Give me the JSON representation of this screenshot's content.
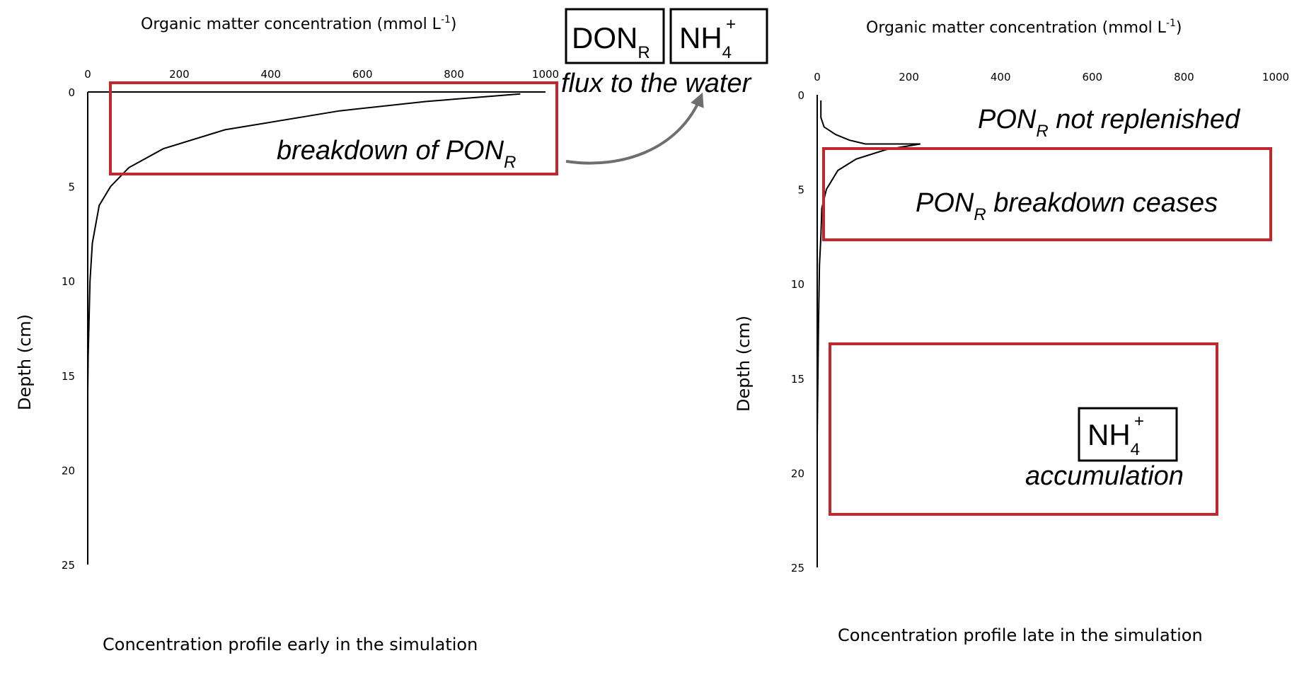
{
  "colors": {
    "highlight": "#c1272d",
    "arrow": "#6e6e6e",
    "curve": "#000000"
  },
  "chart_data": [
    {
      "type": "line",
      "caption": "Concentration profile early in the simulation",
      "xlabel": "Organic matter concentration (mmol L",
      "xlabel_sup": "-1",
      "xlabel_end": ")",
      "ylabel": "Depth (cm)",
      "xlim": [
        0,
        1000
      ],
      "ylim": [
        0,
        25
      ],
      "y_reversed": true,
      "x_axis_position": "top",
      "xticks": [
        "0",
        "200",
        "400",
        "600",
        "800",
        "1000"
      ],
      "yticks": [
        "0",
        "5",
        "10",
        "15",
        "20",
        "25"
      ],
      "series": [
        {
          "x": [
            945,
            740,
            550,
            300,
            165,
            90,
            50,
            25,
            10,
            5,
            1,
            0,
            0
          ],
          "y": [
            0.1,
            0.5,
            1,
            2,
            3,
            4,
            5,
            6,
            8,
            10,
            14,
            16,
            25
          ]
        }
      ],
      "annotations": [
        {
          "text": "breakdown of PON",
          "subscript": "R"
        }
      ],
      "flux": {
        "box1": {
          "text": "DON",
          "subscript": "R"
        },
        "box2": {
          "text": "NH",
          "subscript": "4",
          "superscript": "+"
        },
        "label": "flux to the water"
      }
    },
    {
      "type": "line",
      "caption": "Concentration profile late in the simulation",
      "xlabel": "Organic matter concentration (mmol L",
      "xlabel_sup": "-1",
      "xlabel_end": ")",
      "ylabel": "Depth (cm)",
      "xlim": [
        0,
        1000
      ],
      "ylim": [
        0,
        25
      ],
      "y_reversed": true,
      "x_axis_position": "top",
      "xticks": [
        "0",
        "200",
        "400",
        "600",
        "800",
        "1000"
      ],
      "yticks": [
        "0",
        "5",
        "10",
        "15",
        "20",
        "25"
      ],
      "series": [
        {
          "x": [
            8,
            8,
            15,
            40,
            70,
            105,
            225,
            150,
            85,
            45,
            20,
            10,
            8,
            5,
            3,
            0
          ],
          "y": [
            0.3,
            1.2,
            1.7,
            2.1,
            2.4,
            2.6,
            2.6,
            2.9,
            3.4,
            4,
            5,
            6,
            7.5,
            9,
            12,
            18
          ]
        }
      ],
      "annotations": [
        {
          "text": "PON",
          "subscript": "R",
          "rest": " not replenished"
        },
        {
          "text": "PON",
          "subscript": "R",
          "rest": " breakdown ceases"
        },
        {
          "text": "accumulation"
        }
      ],
      "box": {
        "text": "NH",
        "subscript": "4",
        "superscript": "+"
      }
    }
  ]
}
